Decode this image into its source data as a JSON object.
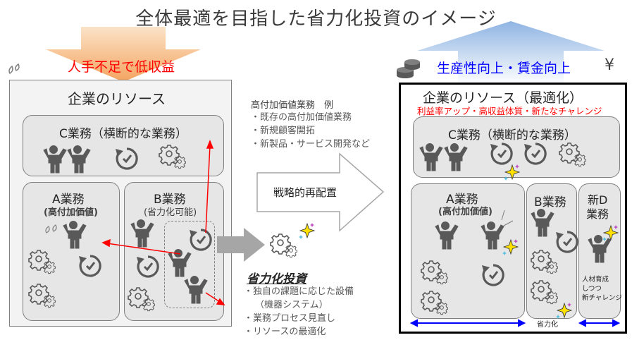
{
  "title": "全体最適を目指した省力化投資のイメージ",
  "left": {
    "banner": "人手不足で低収益",
    "heading": "企業のリソース",
    "c_task": "C業務（横断的な業務）",
    "a_task": "A業務",
    "a_sub": "(高付加価値)",
    "b_task": "B業務",
    "b_sub": "(省力化可能)"
  },
  "middle": {
    "hv_title": "高付加価値業務　例",
    "hv_items": [
      "・既存の高付加価値業務",
      "・新規顧客開拓",
      "・新製品・サービス開発など"
    ],
    "arrow_label": "戦略的再配置",
    "invest_title": "省力化投資",
    "invest_items": [
      "・独自の課題に応じた設備",
      "（機器システム）",
      "・業務プロセス見直し",
      "・リソースの最適化"
    ]
  },
  "right": {
    "banner": "生産性向上・賃金向上",
    "yen": "¥",
    "heading": "企業のリソース（最適化）",
    "subheading": "利益率アップ・高収益体質・新たなチャレンジ",
    "c_task": "C業務（横断的な業務）",
    "a_task": "A業務",
    "a_sub": "(高付加価値)",
    "b_task": "B業務",
    "d_task": "新D",
    "d_task2": "業務",
    "d_note": [
      "人材育成",
      "しつつ",
      "新チャレンジ"
    ],
    "b_bottom": "省力化"
  },
  "colors": {
    "red": "#ff0000",
    "blue": "#0000ff",
    "gear": "#595959",
    "arrow_gray": "#a6a6a6"
  }
}
